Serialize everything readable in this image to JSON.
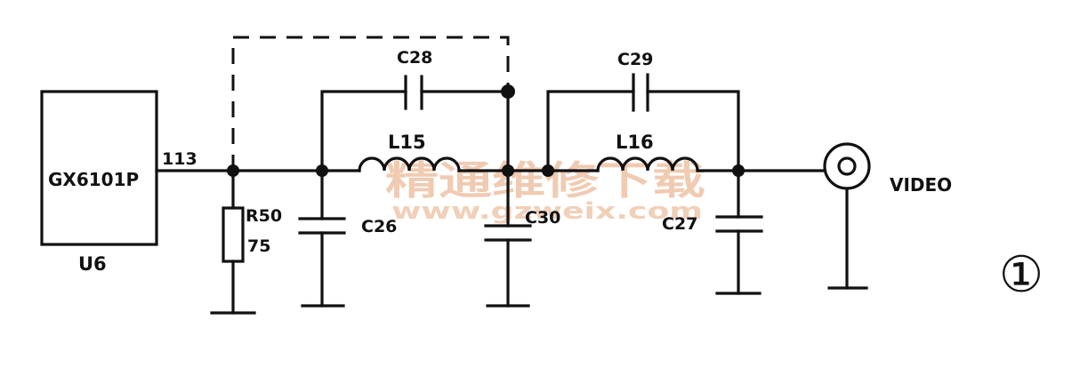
{
  "ic": {
    "part": "GX6101P",
    "ref": "U6",
    "pin": "113"
  },
  "resistor": {
    "ref": "R50",
    "value": "75"
  },
  "capacitors": {
    "c26": "C26",
    "c27": "C27",
    "c28": "C28",
    "c29": "C29",
    "c30": "C30"
  },
  "inductors": {
    "l15": "L15",
    "l16": "L16"
  },
  "output": {
    "label": "VIDEO"
  },
  "figure_mark": "①",
  "watermark": {
    "cn": "精通维修下载",
    "url": "www.gzweix.com"
  }
}
